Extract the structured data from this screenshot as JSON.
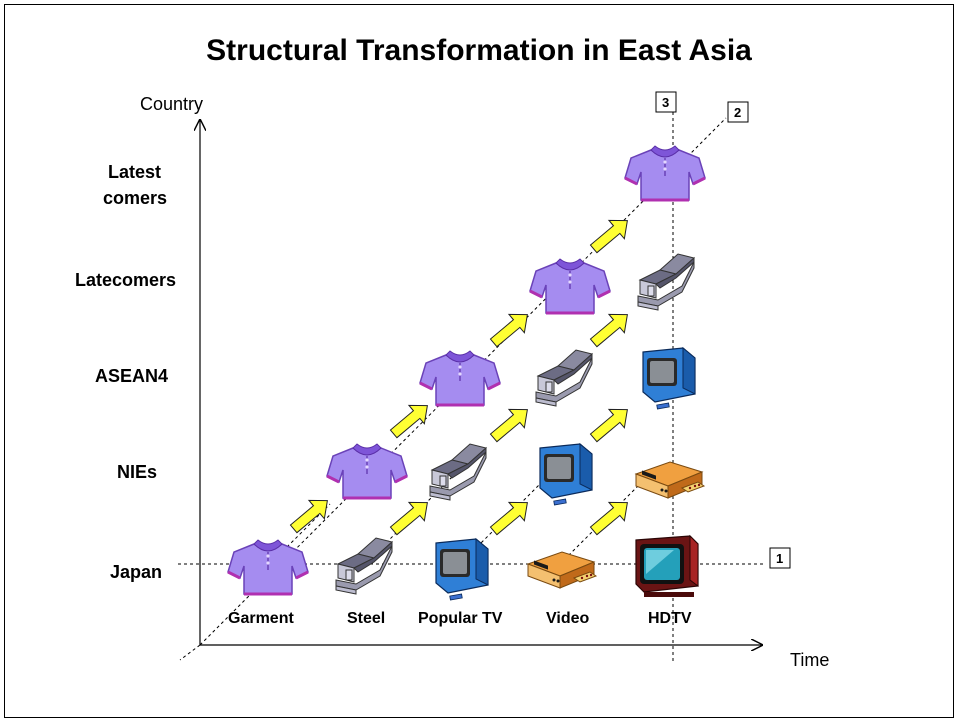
{
  "title": "Structural Transformation in East Asia",
  "axes": {
    "y_label": "Country",
    "x_label": "Time"
  },
  "countries": [
    "Japan",
    "NIEs",
    "ASEAN4",
    "Latecomers",
    "Latest comers"
  ],
  "products": [
    "Garment",
    "Steel",
    "Popular TV",
    "Video",
    "HDTV"
  ],
  "markers": [
    "1",
    "2",
    "3"
  ],
  "colors": {
    "arrow": "#ffff33",
    "shirt": "#a58cf0",
    "steel": "#9a9aae",
    "tv_body": "#2f7fd6",
    "video": "#e08a2a"
  }
}
